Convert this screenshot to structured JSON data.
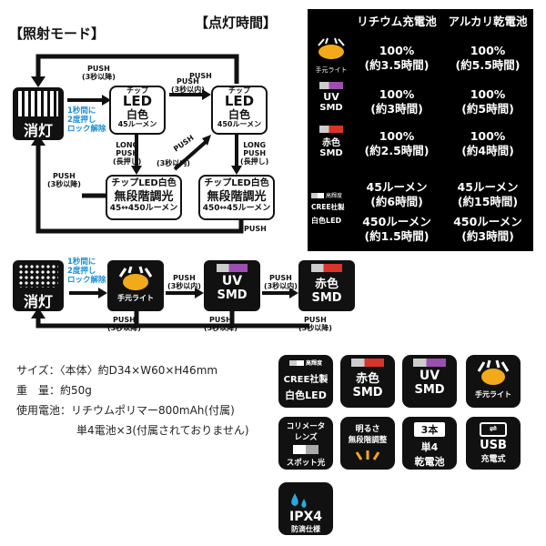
{
  "titles": {
    "mode": "【照射モード】",
    "time": "【点灯時間】"
  },
  "mode_diagram": {
    "off_label": "消灯",
    "led_node_1": {
      "line1": "チップ",
      "line2": "LED",
      "line3": "白色",
      "line4": "45ルーメン"
    },
    "led_node_2": {
      "line1": "チップ",
      "line2": "LED",
      "line3": "白色",
      "line4": "450ルーメン"
    },
    "dim_node_1": {
      "line1": "チップLED白色",
      "line2": "無段階調光",
      "line3": "45↔450ルーメン"
    },
    "dim_node_2": {
      "line1": "チップLED白色",
      "line2": "無段階調光",
      "line3": "450↔45ルーメン"
    },
    "lock_note": [
      "1秒間に",
      "2度押し",
      "ロック解除"
    ],
    "push1": [
      "PUSH",
      "(3秒以降)"
    ],
    "push2": [
      "PUSH",
      "(3秒以内)"
    ],
    "long_push_1": [
      "LONG",
      "PUSH",
      "(長押し)"
    ],
    "long_push_2": [
      "LONG",
      "PUSH",
      "(長押し)"
    ],
    "push_diag": "PUSH",
    "push_diag_sub": "(3秒以内)",
    "push_top": "PUSH",
    "push_left": [
      "PUSH",
      "(3秒以降)"
    ],
    "push_bottom": "PUSH"
  },
  "time_table": {
    "headers": [
      "リチウム充電池",
      "アルカリ乾電池"
    ],
    "rows": [
      {
        "icon_label": "手元ライト",
        "lithium": [
          "100%",
          "(約3.5時間)"
        ],
        "alkaline": [
          "100%",
          "(約5.5時間)"
        ]
      },
      {
        "icon_label": [
          "UV",
          "SMD"
        ],
        "lithium": [
          "100%",
          "(約3時間)"
        ],
        "alkaline": [
          "100%",
          "(約5時間)"
        ]
      },
      {
        "icon_label": [
          "赤色",
          "SMD"
        ],
        "lithium": [
          "100%",
          "(約2.5時間)"
        ],
        "alkaline": [
          "100%",
          "(約4時間)"
        ]
      },
      {
        "icon_label": [
          "高輝度",
          "CREE社製",
          "白色LED"
        ],
        "lithium": [
          "45ルーメン",
          "(約6時間)"
        ],
        "alkaline": [
          "45ルーメン",
          "(約15時間)"
        ]
      },
      {
        "icon_label": "",
        "lithium": [
          "450ルーメン",
          "(約1.5時間)"
        ],
        "alkaline": [
          "450ルーメン",
          "(約3時間)"
        ]
      }
    ]
  },
  "mode_diagram_2": {
    "off_label": "消灯",
    "lock_note": [
      "1秒間に",
      "2度押し",
      "ロック解除"
    ],
    "nodes": [
      "手元ライト",
      [
        "UV",
        "SMD"
      ],
      [
        "赤色",
        "SMD"
      ]
    ],
    "push_labels": [
      [
        "PUSH",
        "(3秒以内)"
      ],
      [
        "PUSH",
        "(3秒以内)"
      ],
      [
        "PUSH",
        "(3秒以内)"
      ]
    ],
    "push_bottom_labels": [
      [
        "PUSH",
        "(3秒以降)"
      ],
      [
        "PUSH",
        "(3秒以降)"
      ],
      [
        "PUSH",
        "(3秒以降)"
      ]
    ]
  },
  "specs": {
    "size": "サイズ：〈本体〉約D34×W60×H46mm",
    "weight": "重　量：約50g",
    "battery": "使用電池：リチウムポリマー800mAh(付属)",
    "battery2": "単4電池×3(付属されておりません)"
  },
  "feature_icons": [
    {
      "lines": [
        "高輝度",
        "CREE社製",
        "白色LED"
      ]
    },
    {
      "lines": [
        "赤色",
        "SMD"
      ]
    },
    {
      "lines": [
        "UV",
        "SMD"
      ]
    },
    {
      "lines": [
        "手元ライト"
      ]
    },
    {
      "lines": [
        "コリメータ",
        "レンズ",
        "スポット光"
      ]
    },
    {
      "lines": [
        "明るさ",
        "無段階調整"
      ]
    },
    {
      "lines": [
        "3本",
        "単4",
        "乾電池"
      ]
    },
    {
      "lines": [
        "USB",
        "充電式"
      ]
    },
    {
      "lines": [
        "IPX4",
        "防滴仕様"
      ]
    }
  ],
  "colors": {
    "accent_blue": "#1a8fd6",
    "uv_purple": "#9b4fb0",
    "red_led": "#d9342b",
    "hand_yellow": "#f2a91a"
  }
}
